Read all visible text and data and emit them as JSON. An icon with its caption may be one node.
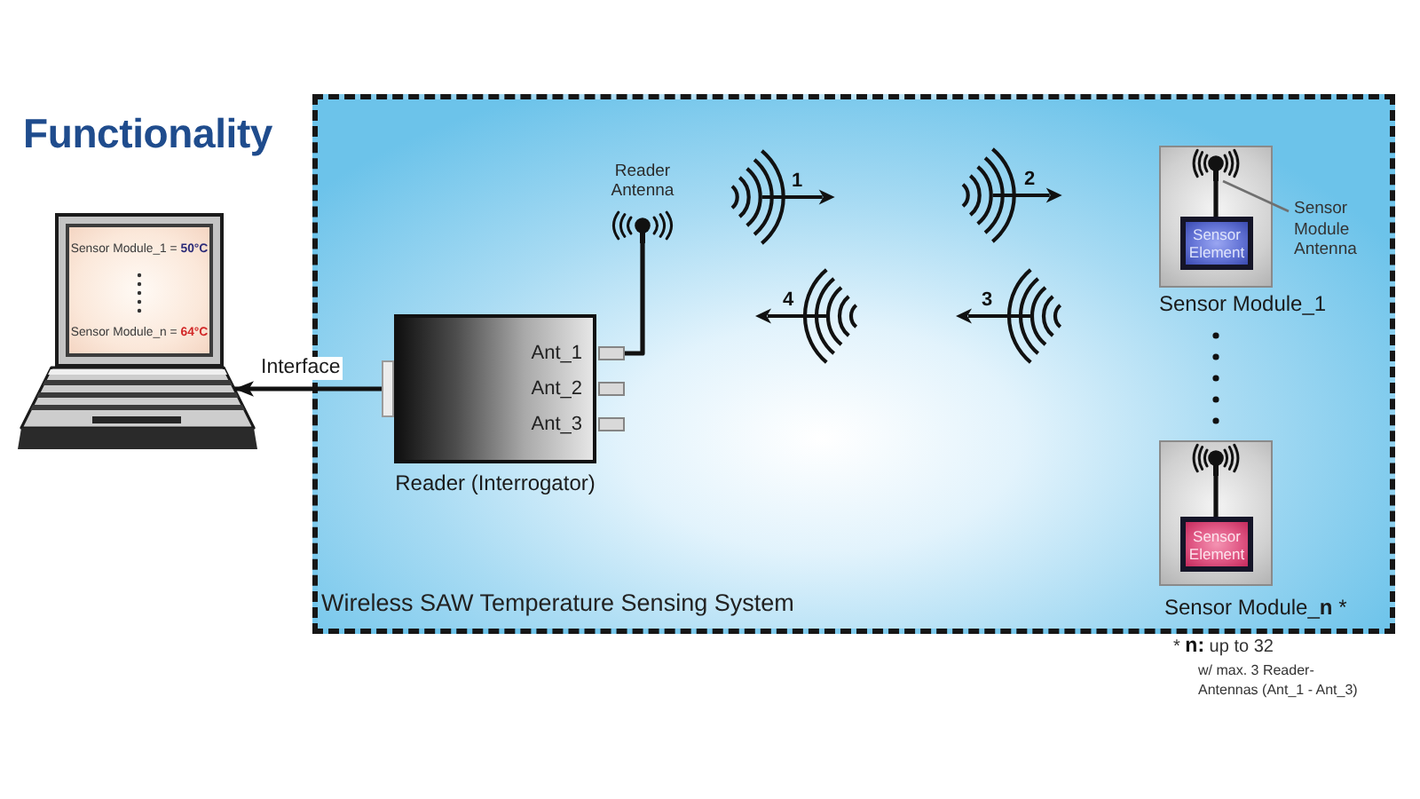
{
  "diagram": {
    "title": "Functionality",
    "nodes": [
      {
        "text": [
          "Wireless SAW Temperature Sensing System"
        ]
      },
      {
        "text": [
          "Sensor Module_1 = **50°C**",
          "Sensor Module_n = **64°C**"
        ]
      },
      {
        "text": [
          "Ant_1",
          "Ant_2",
          "Ant_3"
        ],
        "in": 0,
        "beside": [
          "Reader (Interrogator)"
        ]
      },
      {
        "text": [
          "Reader Antenna"
        ],
        "in": 0
      },
      {
        "text": [],
        "shape": "box",
        "in": 0,
        "beside": [
          "Sensor Module_1"
        ]
      },
      {
        "text": [],
        "shape": "antenna",
        "in": 4
      },
      {
        "text": [
          "Sensor Element"
        ],
        "in": 4
      },
      {
        "text": [
          "Sensor Module Antenna"
        ],
        "in": 0
      },
      {
        "text": [],
        "shape": "box",
        "in": 0,
        "beside": [
          "Sensor Module_**n** *"
        ]
      },
      {
        "text": [],
        "shape": "antenna",
        "in": 8
      },
      {
        "text": [
          "Sensor Element"
        ],
        "in": 8
      }
    ],
    "edges": [
      {
        "from": 2,
        "to": 1,
        "arrow": "to",
        "label": "Interface"
      },
      {
        "from": 2,
        "to": 3,
        "arrow": "none"
      },
      {
        "from": 5,
        "to": 6,
        "arrow": "none"
      },
      {
        "from": 7,
        "to": 5,
        "arrow": "none",
        "color": "#707070"
      },
      {
        "from": 9,
        "to": 10,
        "arrow": "none"
      }
    ],
    "labels": [
      "1",
      "2",
      "4",
      "3",
      "* **n:** up to 32",
      "w/ max. 3 Reader-Antennas (Ant_1 - Ant_3)"
    ]
  }
}
